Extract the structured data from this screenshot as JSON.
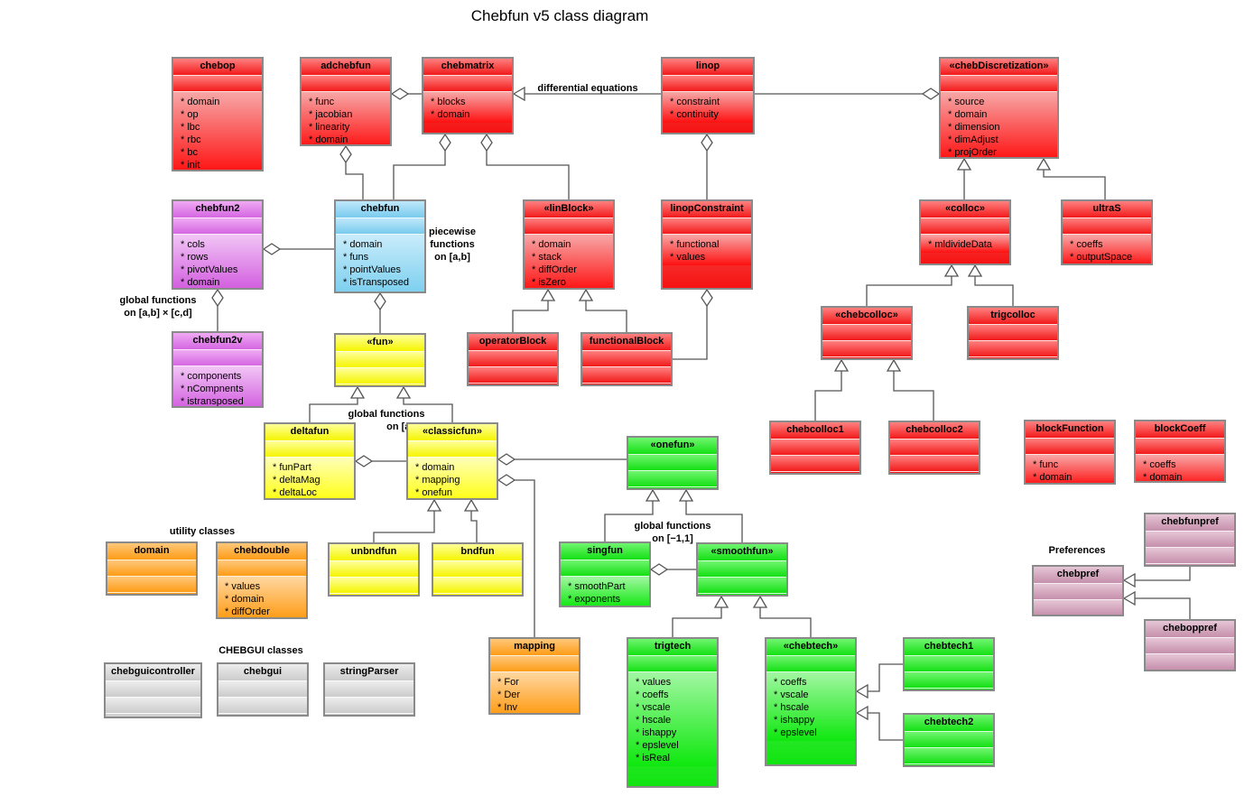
{
  "title": "Chebfun v5 class diagram",
  "notes": {
    "differential_equations": "differential equations",
    "piecewise": [
      "piecewise",
      "functions",
      "on [a,b]"
    ],
    "global_abcd": [
      "global functions",
      "on [a,b] × [c,d]"
    ],
    "global_ab": [
      "global functions",
      "on [a,b]"
    ],
    "global_11": [
      "global functions",
      "on [−1,1]"
    ],
    "utility_classes": "utility classes",
    "chebgui_classes": "CHEBGUI classes",
    "preferences": "Preferences"
  },
  "colors": {
    "red": "#f61212",
    "purple": "#d35be0",
    "blue": "#7fd0ef",
    "yellow": "#ffff00",
    "green": "#11e411",
    "orange": "#ff9b10",
    "gray": "#cfcfcf",
    "mauve": "#c693ad",
    "link": "#555555"
  },
  "classes": {
    "chebop": {
      "name": "chebop",
      "attrs": [
        "domain",
        "op",
        "lbc",
        "rbc",
        "bc",
        "init"
      ]
    },
    "adchebfun": {
      "name": "adchebfun",
      "attrs": [
        "func",
        "jacobian",
        "linearity",
        "domain"
      ]
    },
    "chebmatrix": {
      "name": "chebmatrix",
      "attrs": [
        "blocks",
        "domain"
      ]
    },
    "linop": {
      "name": "linop",
      "attrs": [
        "constraint",
        "continuity"
      ]
    },
    "chebDiscretization": {
      "name": "«chebDiscretization»",
      "attrs": [
        "source",
        "domain",
        "dimension",
        "dimAdjust",
        "projOrder"
      ]
    },
    "chebfun2": {
      "name": "chebfun2",
      "attrs": [
        "cols",
        "rows",
        "pivotValues",
        "domain"
      ]
    },
    "chebfun": {
      "name": "chebfun",
      "attrs": [
        "domain",
        "funs",
        "pointValues",
        "isTransposed"
      ]
    },
    "linBlock": {
      "name": "«linBlock»",
      "attrs": [
        "domain",
        "stack",
        "diffOrder",
        "isZero"
      ]
    },
    "linopConstraint": {
      "name": "linopConstraint",
      "attrs": [
        "functional",
        "values"
      ]
    },
    "colloc": {
      "name": "«colloc»",
      "attrs": [
        "mldivideData"
      ]
    },
    "ultraS": {
      "name": "ultraS",
      "attrs": [
        "coeffs",
        "outputSpace"
      ]
    },
    "chebfun2v": {
      "name": "chebfun2v",
      "attrs": [
        "components",
        "nCompnents",
        "istransposed"
      ]
    },
    "fun": {
      "name": "«fun»",
      "attrs": []
    },
    "operatorBlock": {
      "name": "operatorBlock",
      "attrs": []
    },
    "functionalBlock": {
      "name": "functionalBlock",
      "attrs": []
    },
    "chebcolloc": {
      "name": "«chebcolloc»",
      "attrs": []
    },
    "trigcolloc": {
      "name": "trigcolloc",
      "attrs": []
    },
    "deltafun": {
      "name": "deltafun",
      "attrs": [
        "funPart",
        "deltaMag",
        "deltaLoc"
      ]
    },
    "classicfun": {
      "name": "«classicfun»",
      "attrs": [
        "domain",
        "mapping",
        "onefun"
      ]
    },
    "onefun": {
      "name": "«onefun»",
      "attrs": []
    },
    "chebcolloc1": {
      "name": "chebcolloc1",
      "attrs": []
    },
    "chebcolloc2": {
      "name": "chebcolloc2",
      "attrs": []
    },
    "blockFunction": {
      "name": "blockFunction",
      "attrs": [
        "func",
        "domain"
      ]
    },
    "blockCoeff": {
      "name": "blockCoeff",
      "attrs": [
        "coeffs",
        "domain"
      ]
    },
    "domain": {
      "name": "domain",
      "attrs": []
    },
    "chebdouble": {
      "name": "chebdouble",
      "attrs": [
        "values",
        "domain",
        "diffOrder"
      ]
    },
    "unbndfun": {
      "name": "unbndfun",
      "attrs": []
    },
    "bndfun": {
      "name": "bndfun",
      "attrs": []
    },
    "singfun": {
      "name": "singfun",
      "attrs": [
        "smoothPart",
        "exponents"
      ]
    },
    "smoothfun": {
      "name": "«smoothfun»",
      "attrs": []
    },
    "chebfunpref": {
      "name": "chebfunpref",
      "attrs": []
    },
    "chebpref": {
      "name": "chebpref",
      "attrs": []
    },
    "cheboppref": {
      "name": "cheboppref",
      "attrs": []
    },
    "mapping": {
      "name": "mapping",
      "attrs": [
        "For",
        "Der",
        "Inv"
      ]
    },
    "trigtech": {
      "name": "trigtech",
      "attrs": [
        "values",
        "coeffs",
        "vscale",
        "hscale",
        "ishappy",
        "epslevel",
        "isReal"
      ]
    },
    "chebtech": {
      "name": "«chebtech»",
      "attrs": [
        "coeffs",
        "vscale",
        "hscale",
        "ishappy",
        "epslevel"
      ]
    },
    "chebtech1": {
      "name": "chebtech1",
      "attrs": []
    },
    "chebtech2": {
      "name": "chebtech2",
      "attrs": []
    },
    "chebguicontroller": {
      "name": "chebguicontroller",
      "attrs": []
    },
    "chebgui": {
      "name": "chebgui",
      "attrs": []
    },
    "stringParser": {
      "name": "stringParser",
      "attrs": []
    }
  }
}
